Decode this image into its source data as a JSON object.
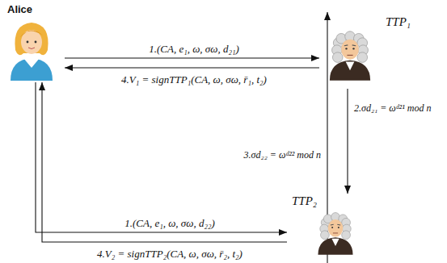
{
  "diagram": {
    "nodes": [
      {
        "text": [
          "Alice"
        ]
      },
      {
        "text": [
          "TTP₁"
        ]
      },
      {
        "text": [
          "TTP₂"
        ]
      }
    ],
    "edges": [
      {
        "from": 0,
        "to": 1,
        "label": "1.(CA, e₁, ω, σω, d₂₁)",
        "arrow": "to"
      },
      {
        "from": 1,
        "to": 0,
        "label": "4.V₁ = signTTP₁(CA, ω, σω, r̄₁, t₂)",
        "arrow": "to"
      },
      {
        "from": 1,
        "to": 2,
        "label": "2.σd₂₁ = ωᵈ²¹ mod n",
        "arrow": "to"
      },
      {
        "from": 2,
        "to": 1,
        "label": "3.σd₂₂ = ωᵈ²² mod n",
        "arrow": "to"
      },
      {
        "from": 0,
        "to": 2,
        "label": "1.(CA, e₁, ω, σω, d₂₂)",
        "arrow": "to"
      },
      {
        "from": 2,
        "to": 0,
        "label": "4.V₂ = signTTP₂(CA, ω, σω, r̄₂, t₂)",
        "arrow": "to"
      }
    ]
  }
}
